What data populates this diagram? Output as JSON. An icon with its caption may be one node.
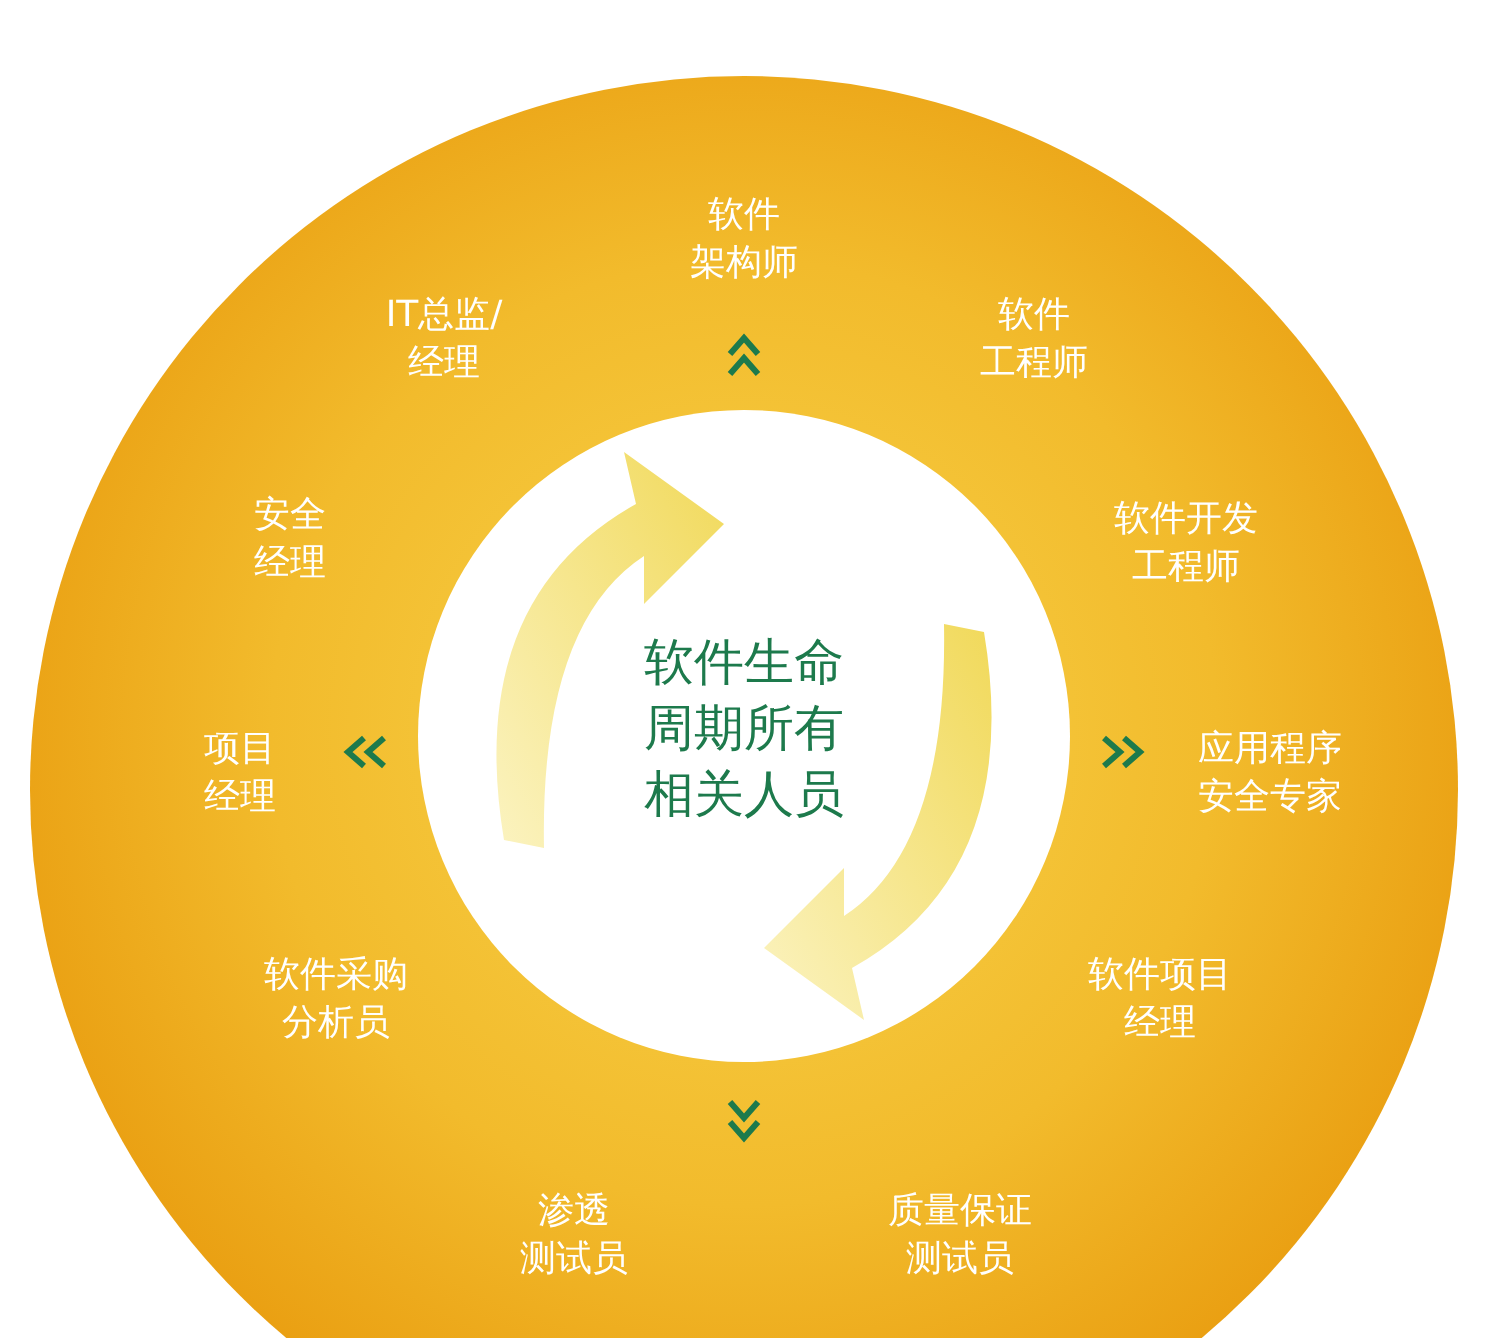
{
  "diagram": {
    "nodes": [
      {
        "text": [
          "软件架构师",
          "IT总监/经理",
          "软件工程师",
          "安全经理",
          "软件开发工程师",
          "项目经理",
          "应用程序安全专家",
          "软件采购分析员",
          "软件项目经理",
          "渗透测试员",
          "质量保证测试员"
        ]
      },
      {
        "text": [
          "软件生命周期所有相关人员"
        ],
        "in": 0
      }
    ]
  }
}
